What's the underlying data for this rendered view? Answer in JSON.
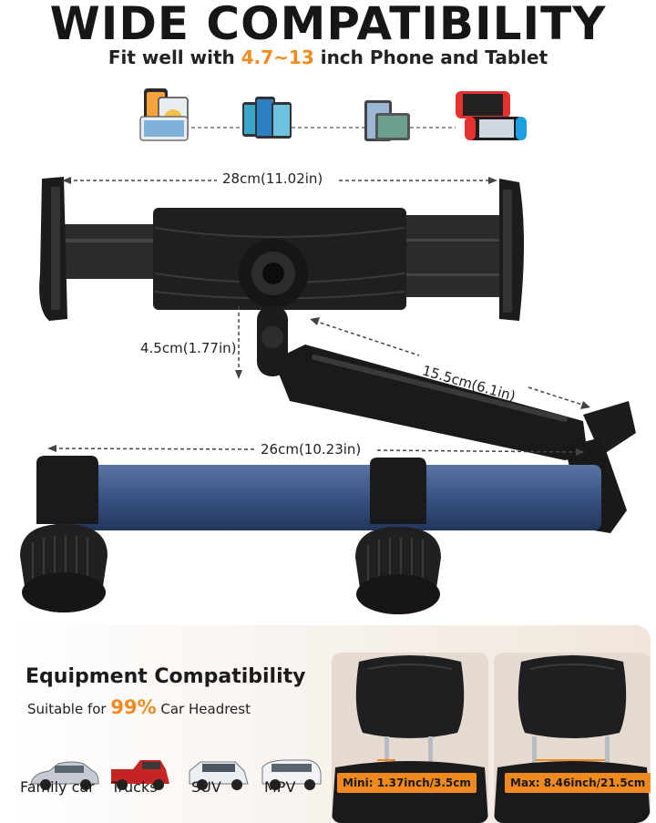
{
  "header": {
    "title": "WIDE COMPATIBILITY",
    "subtitle_prefix": "Fit well with ",
    "subtitle_range": "4.7~13",
    "subtitle_suffix": " inch Phone and Tablet"
  },
  "devices": {
    "icons": [
      "phone-icon",
      "tablet-icon",
      "tablet-landscape-icon",
      "handheld-console-icon"
    ]
  },
  "dimensions": {
    "clamp_width": "28cm(11.02in)",
    "arm_height": "4.5cm(1.77in)",
    "arm_length": "15.5cm(6.1in)",
    "bar_width": "26cm(10.23in)"
  },
  "colors": {
    "accent": "#f08a1e",
    "bar_blue": "#3c5686",
    "dark": "#1d1d1f"
  },
  "compat": {
    "title": "Equipment Compatibility",
    "sub_prefix": "Suitable for ",
    "sub_percent": "99%",
    "sub_suffix": " Car Headrest",
    "cars": [
      {
        "label": "Family car",
        "icon": "sedan-icon"
      },
      {
        "label": "Trucks",
        "icon": "truck-icon"
      },
      {
        "label": "SUV",
        "icon": "suv-icon"
      },
      {
        "label": "MPV",
        "icon": "mpv-icon"
      }
    ],
    "seats": [
      {
        "label": "Mini: 1.37inch/3.5cm"
      },
      {
        "label": "Max: 8.46inch/21.5cm"
      }
    ]
  }
}
